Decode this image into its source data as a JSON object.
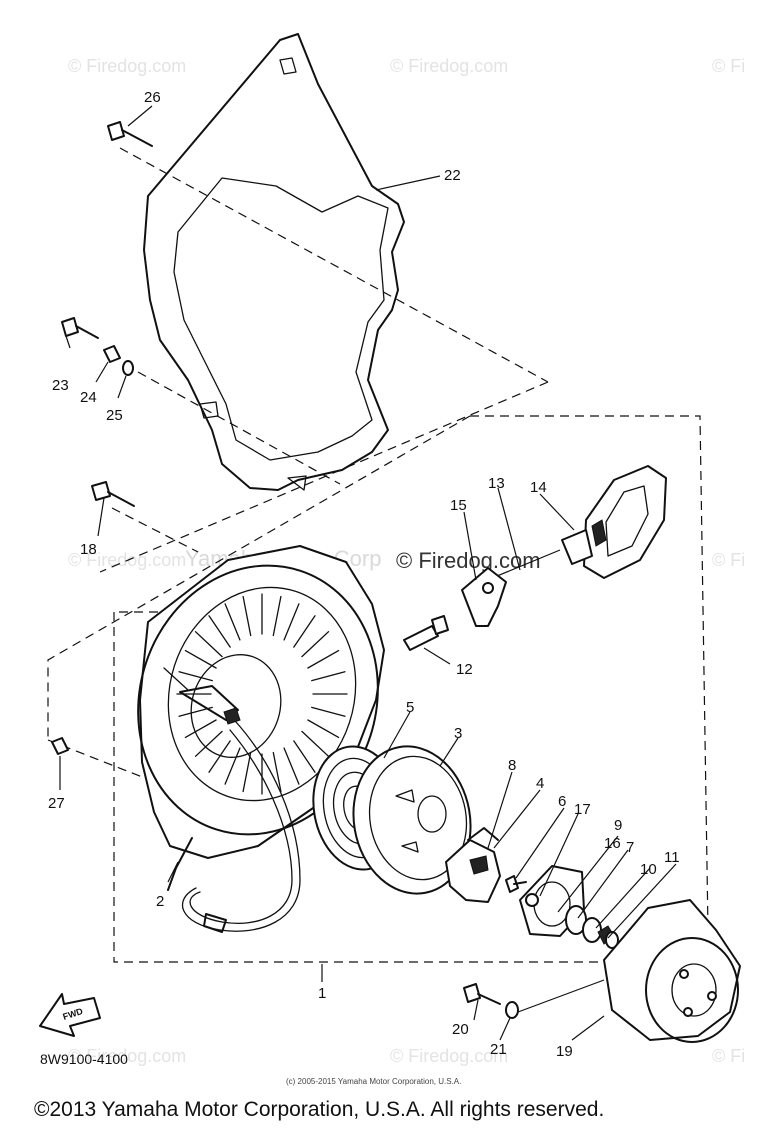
{
  "watermarks": {
    "firedog": "© Firedog.com",
    "firedog_edge": "© Fi",
    "yamaha_mid": "Yamaha Motor Corp",
    "firedog_mid": "© Firedog.com"
  },
  "parts": {
    "p1": "1",
    "p2": "2",
    "p3": "3",
    "p4": "4",
    "p5": "5",
    "p6": "6",
    "p7": "7",
    "p8": "8",
    "p9": "9",
    "p10": "10",
    "p11": "11",
    "p12": "12",
    "p13": "13",
    "p14": "14",
    "p15": "15",
    "p16": "16",
    "p17": "17",
    "p18": "18",
    "p19": "19",
    "p20": "20",
    "p21": "21",
    "p22": "22",
    "p23": "23",
    "p24": "24",
    "p25": "25",
    "p26": "26",
    "p27": "27"
  },
  "diagram_code": "8W9100-4100",
  "fwd_label": "FWD",
  "small_credit": "(c) 2005-2015 Yamaha Motor Corporation, U.S.A.",
  "copyright": "©2013 Yamaha Motor Corporation, U.S.A. All rights reserved."
}
